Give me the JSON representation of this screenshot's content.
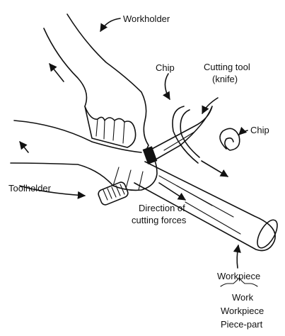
{
  "labels": {
    "workholder": "Workholder",
    "chip_top": "Chip",
    "cutting_tool_line1": "Cutting tool",
    "cutting_tool_line2": "(knife)",
    "chip_right": "Chip",
    "toolholder": "Toolholder",
    "direction_line1": "Direction of",
    "direction_line2": "cutting forces",
    "workpiece": "Workpiece",
    "synonyms": [
      "Work",
      "Workpiece",
      "Piece-part"
    ]
  },
  "colors": {
    "ink": "#111111",
    "background": "#ffffff"
  }
}
